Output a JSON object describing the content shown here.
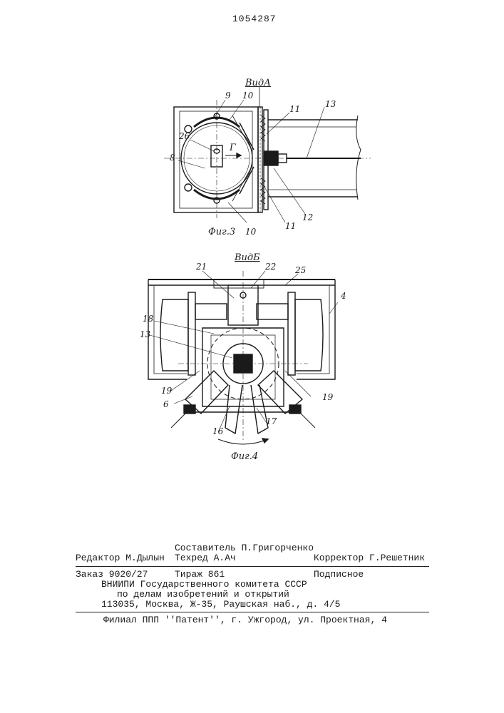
{
  "page": {
    "patent_number": "1054287"
  },
  "fig3": {
    "view_title": "ВидА",
    "caption": "Фиг.3",
    "arrow_label": "Г",
    "labels": [
      "9",
      "10",
      "11",
      "13",
      "26",
      "8",
      "12",
      "11",
      "10"
    ]
  },
  "fig4": {
    "view_title": "ВидБ",
    "caption": "Фиг.4",
    "labels": [
      "21",
      "22",
      "25",
      "4",
      "18",
      "13",
      "19",
      "6",
      "16",
      "17",
      "19"
    ]
  },
  "imprint": {
    "compiler": "Составитель П.Григорченко",
    "editor": "Редактор М.Дылын",
    "techred": "Техред А.Ач",
    "corrector": "Корректор Г.Решетник",
    "order": "Заказ 9020/27",
    "circulation": "Тираж 861",
    "subscription": "Подписное",
    "institute": "ВНИИПИ Государственного комитета СССР",
    "committee": "по делам изобретений и открытий",
    "address": "113035, Москва, Ж-35, Раушская наб., д. 4/5",
    "branch": "Филиал ППП ''Патент'', г. Ужгород, ул. Проектная, 4"
  }
}
